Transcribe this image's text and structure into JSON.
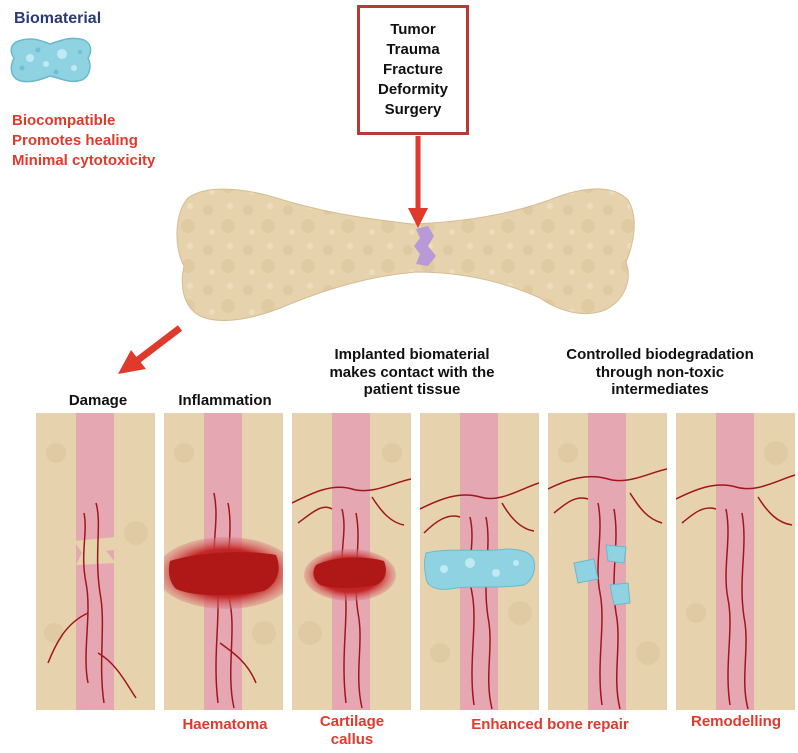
{
  "biomaterial": {
    "title": "Biomaterial",
    "properties": [
      "Biocompatible",
      "Promotes healing",
      "Minimal cytotoxicity"
    ]
  },
  "causes": [
    "Tumor",
    "Trauma",
    "Fracture",
    "Deformity",
    "Surgery"
  ],
  "stages": {
    "damage": "Damage",
    "inflammation": "Inflammation",
    "implanted": [
      "Implanted biomaterial",
      "makes contact with the",
      "patient tissue"
    ],
    "biodegradation": [
      "Controlled biodegradation",
      "through non-toxic",
      "intermediates"
    ]
  },
  "outcomes": {
    "haematoma": "Haematoma",
    "cartilage": [
      "Cartilage",
      "callus"
    ],
    "enhanced": "Enhanced bone repair",
    "remodelling": "Remodelling"
  },
  "colors": {
    "bone": "#e6d3ae",
    "marrow": "#e5a8b3",
    "biomaterial": "#8fd3e3",
    "haematoma": "#b01818",
    "vessel": "#a0161b",
    "arrow": "#e03a2c",
    "defect": "#b79ad6"
  }
}
